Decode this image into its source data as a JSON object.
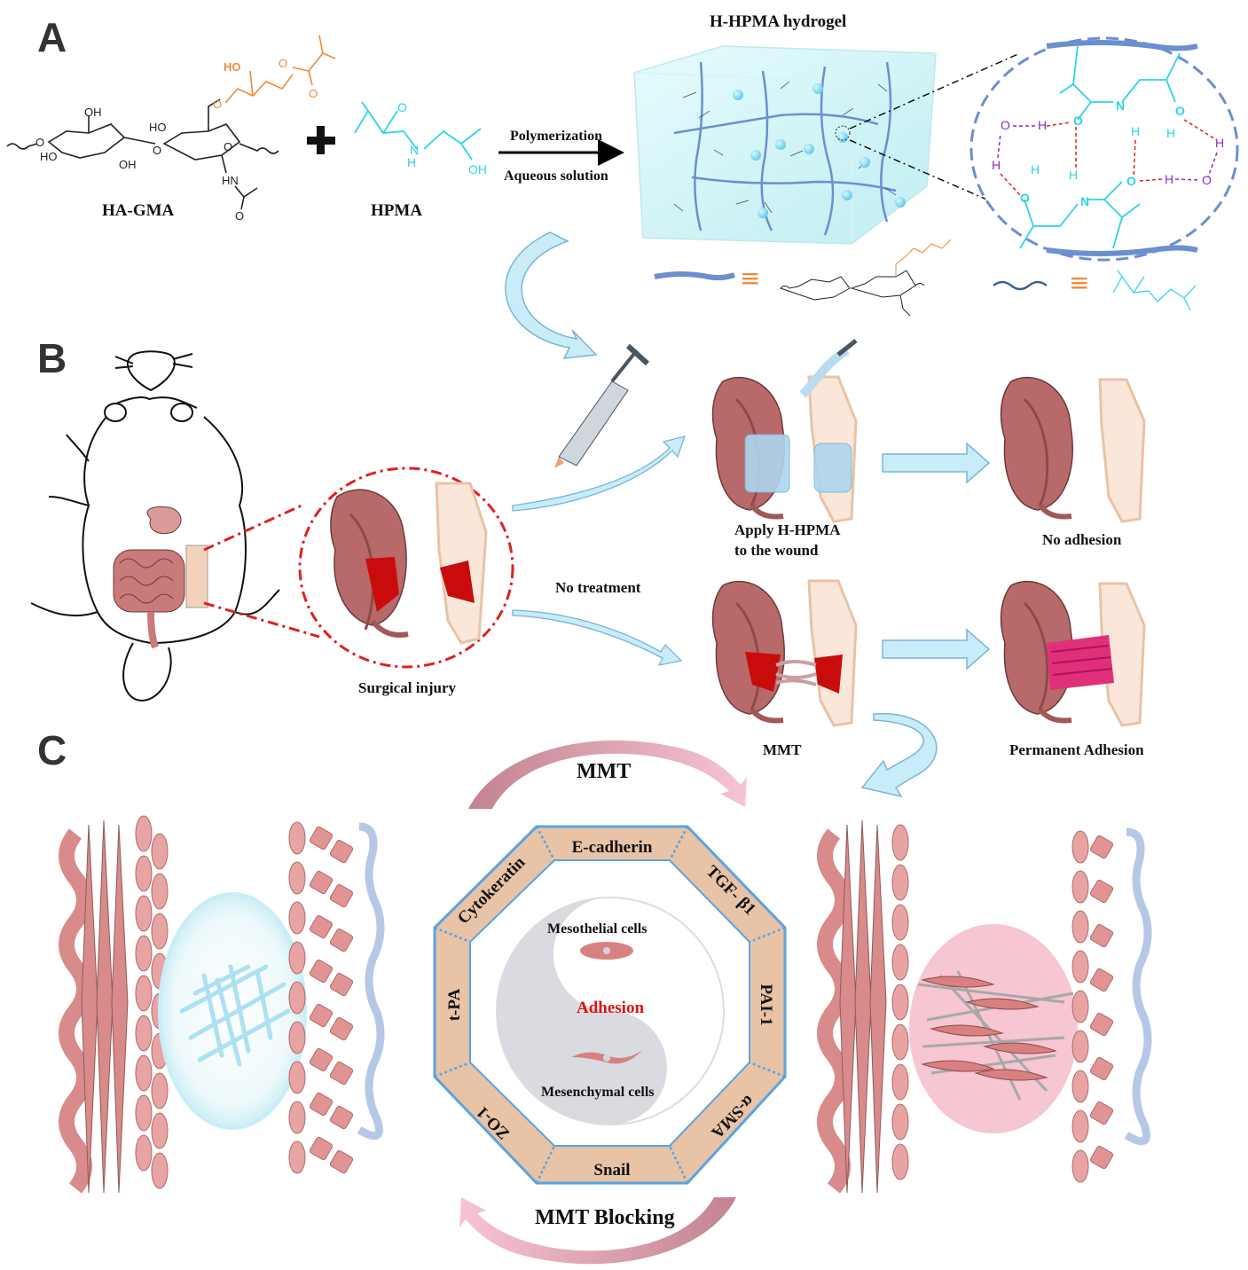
{
  "panels": {
    "a": "A",
    "b": "B",
    "c": "C"
  },
  "panel_a": {
    "hydrogel_title": "H-HPMA hydrogel",
    "reactant1": "HA-GMA",
    "reactant2": "HPMA",
    "arrow_top": "Polymerization",
    "arrow_bottom": "Aqueous solution",
    "plus": "+",
    "equiv": "≡",
    "hydrogen_bond_atoms": {
      "O": "O",
      "H": "H",
      "N": "N",
      "HO": "HO",
      "OH": "OH",
      "NH": "NH",
      "HN": "HN"
    }
  },
  "panel_b": {
    "surgical_injury": "Surgical injury",
    "apply_line1": "Apply H-HPMA",
    "apply_line2": "to the wound",
    "no_adhesion": "No adhesion",
    "no_treatment": "No treatment",
    "mmt": "MMT",
    "permanent_adhesion": "Permanent Adhesion"
  },
  "panel_c": {
    "top_arrow_label": "MMT",
    "bottom_arrow_label": "MMT Blocking",
    "octagon_segments": [
      "E-cadherin",
      "TGF- β1",
      "PAI-1",
      "α-SMA",
      "Snail",
      "ZO-1",
      "t-PA",
      "Cytokeratin"
    ],
    "mesothelial": "Mesothelial cells",
    "adhesion": "Adhesion",
    "mesenchymal": "Mesenchymal cells"
  },
  "colors": {
    "orange": "#f08a3a",
    "cyan": "#2ad4e8",
    "purple": "#8a2bd1",
    "red_dashed": "#e02020",
    "blue_polymer": "#6b8fcf",
    "octagon_fill": "#e8c3a6",
    "octagon_stroke": "#5aa3e0",
    "tissue_pink": "#d98a8a",
    "adhesion_red": "#e01010"
  }
}
